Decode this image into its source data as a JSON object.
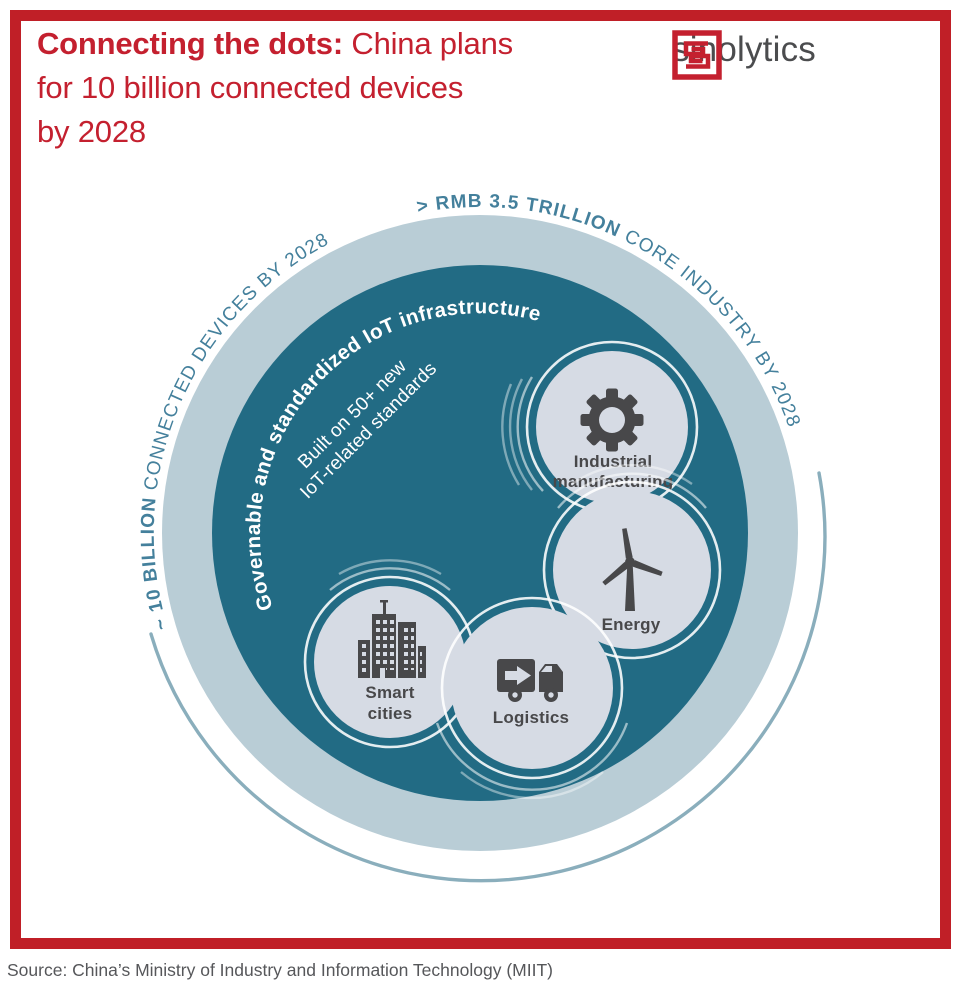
{
  "header": {
    "title_bold": "Connecting the dots:",
    "title_rest": " China plans",
    "title_line2": "for 10 billion connected devices",
    "title_line3": "by 2028",
    "brand_name": "sinolytics"
  },
  "chart_data": {
    "type": "diagram-concentric-circles",
    "title": "Connecting the dots: China plans for 10 billion connected devices by 2028",
    "outer_arc_left": "~ 10 BILLION CONNECTED DEVICES BY 2028",
    "outer_arc_right": "> RMB 3.5 TRILLION CORE INDUSTRY BY 2028",
    "inner_circle_heading": "Governable and standardized IoT infrastructure",
    "inner_circle_note": "Built on 50+ new IoT-related standards",
    "sectors": [
      "Industrial manufacturing",
      "Energy",
      "Smart cities",
      "Logistics"
    ],
    "key_figures": [
      {
        "metric": "connected devices",
        "value": "~ 10 billion",
        "by_year": 2028
      },
      {
        "metric": "core industry value",
        "value": "> RMB 3.5 trillion",
        "by_year": 2028
      },
      {
        "metric": "new IoT-related standards",
        "value": "50+"
      }
    ]
  },
  "diagram": {
    "arc_left_bold": "~ 10 BILLION",
    "arc_left_rest": " CONNECTED DEVICES BY 2028",
    "arc_right_bold": "> RMB 3.5 TRILLION",
    "arc_right_rest": " CORE INDUSTRY BY 2028",
    "inner_title": "Governable and standardized IoT infrastructure",
    "inner_sub_line1": "Built on 50+ new",
    "inner_sub_line2": "IoT-related standards",
    "sectors": {
      "industrial": {
        "line1": "Industrial",
        "line2": "manufacturing",
        "icon": "gear-icon"
      },
      "energy": {
        "line1": "Energy",
        "icon": "wind-turbine-icon"
      },
      "smart_cities": {
        "line1": "Smart",
        "line2": "cities",
        "icon": "city-buildings-icon"
      },
      "logistics": {
        "line1": "Logistics",
        "icon": "truck-icon"
      }
    }
  },
  "footer": {
    "source": "Source: China’s Ministry of Industry and Information Technology (MIIT)"
  },
  "colors": {
    "frame_red": "#c01f27",
    "title_red": "#c4202f",
    "brand_gray": "#4b4c4e",
    "arc_text_teal": "#44809c",
    "outer_ring_fill": "#b9cdd6",
    "inner_circle_fill": "#226b84",
    "bubble_fill": "#d6dbe4",
    "icon_gray": "#48484a",
    "thin_arc": "#8aaebc"
  }
}
